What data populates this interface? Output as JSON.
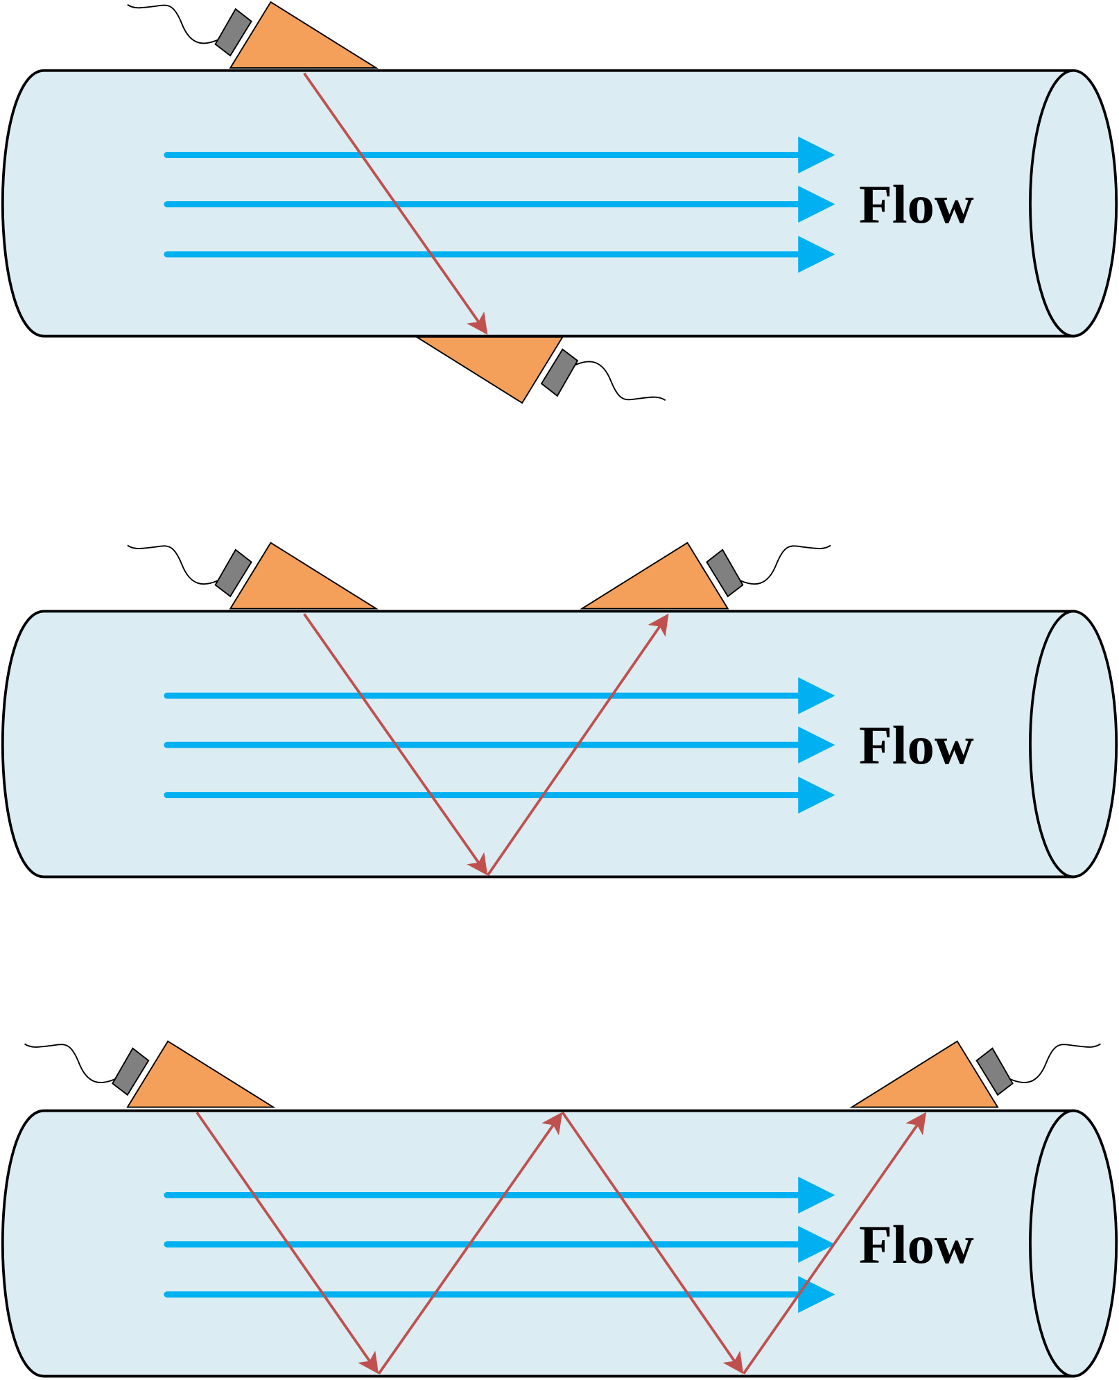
{
  "panels": [
    {
      "flow_label": "Flow"
    },
    {
      "flow_label": "Flow"
    },
    {
      "flow_label": "Flow"
    }
  ],
  "colors": {
    "pipe_fill": "#dbedf3",
    "pipe_outline": "#000000",
    "flow_arrow": "#00b0f0",
    "ultrasonic_path": "#c0504d",
    "transducer_wedge": "#f4a05a",
    "transducer_crystal": "#808080"
  }
}
